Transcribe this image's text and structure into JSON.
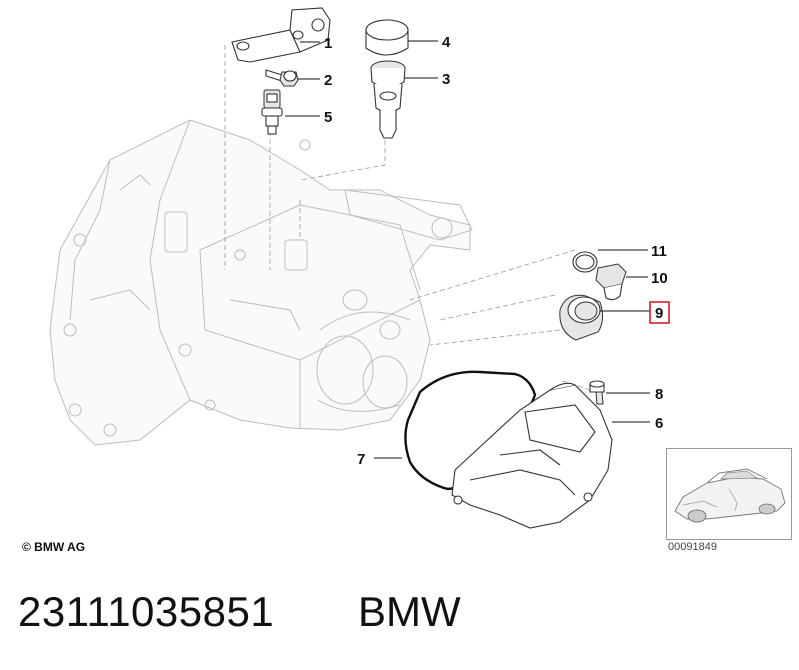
{
  "callouts": [
    {
      "id": "1",
      "label": "1"
    },
    {
      "id": "2",
      "label": "2"
    },
    {
      "id": "3",
      "label": "3"
    },
    {
      "id": "4",
      "label": "4"
    },
    {
      "id": "5",
      "label": "5"
    },
    {
      "id": "6",
      "label": "6"
    },
    {
      "id": "7",
      "label": "7"
    },
    {
      "id": "8",
      "label": "8"
    },
    {
      "id": "9",
      "label": "9"
    },
    {
      "id": "10",
      "label": "10"
    },
    {
      "id": "11",
      "label": "11"
    }
  ],
  "highlighted_callout": "9",
  "highlight_color": "#d0202a",
  "copyright": "© BMW AG",
  "reference_code": "00091849",
  "part_number": "23111035851",
  "brand": "BMW"
}
